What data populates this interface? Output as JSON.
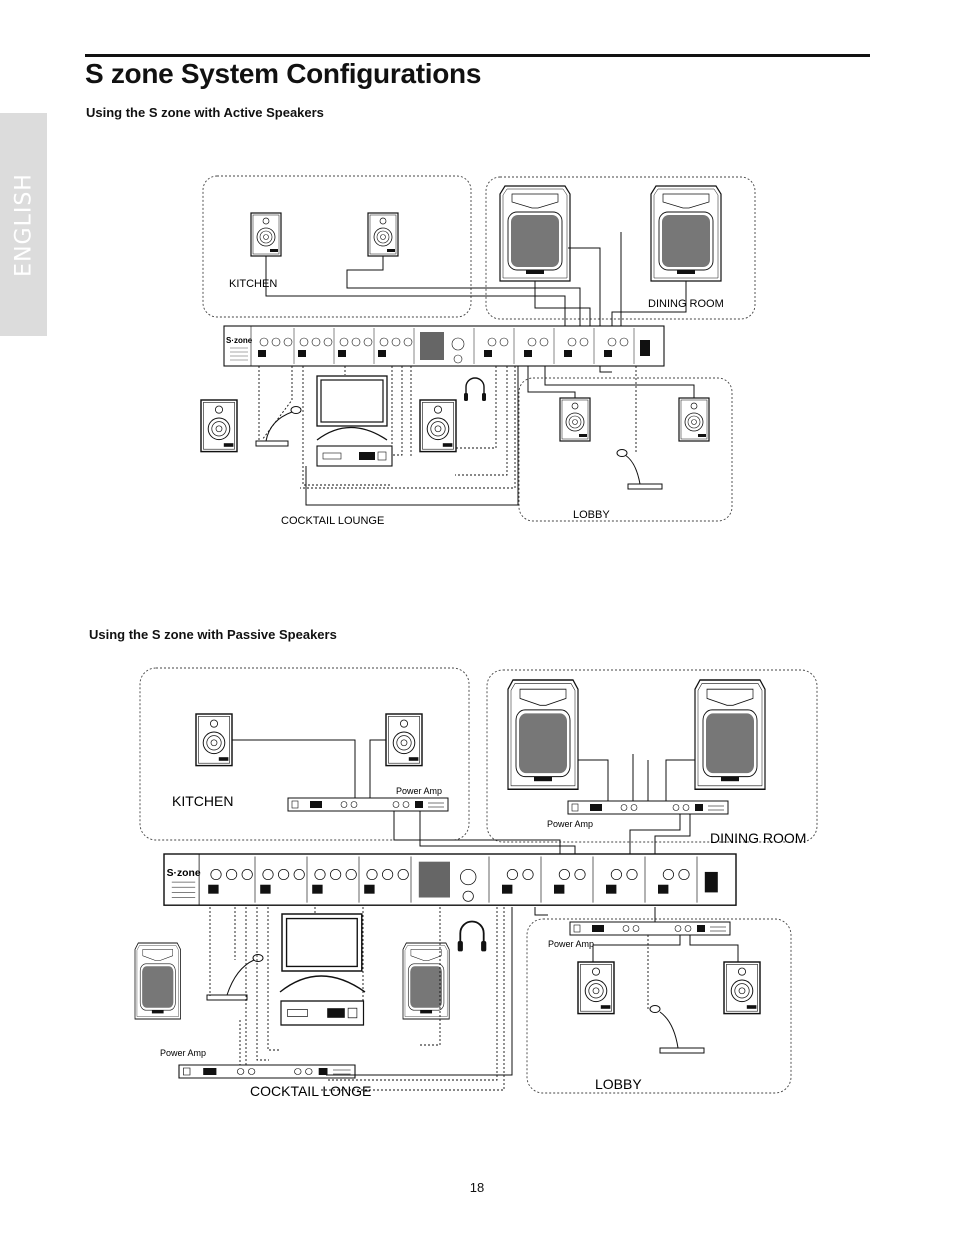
{
  "sidebar": {
    "language": "ENGLISH"
  },
  "header": {
    "title": "S zone System Configurations"
  },
  "sections": {
    "active": {
      "heading": "Using the S zone with Active Speakers",
      "zones": {
        "kitchen": "KITCHEN",
        "dining": "DINING ROOM",
        "lounge": "COCKTAIL LOUNGE",
        "lobby": "LOBBY"
      }
    },
    "passive": {
      "heading": "Using the S zone with Passive Speakers",
      "zones": {
        "kitchen": "KITCHEN",
        "dining": "DINING ROOM",
        "lounge": "COCKTAIL LONGE",
        "lobby": "LOBBY"
      },
      "amp_label": "Power Amp"
    }
  },
  "footer": {
    "page_number": "18"
  }
}
